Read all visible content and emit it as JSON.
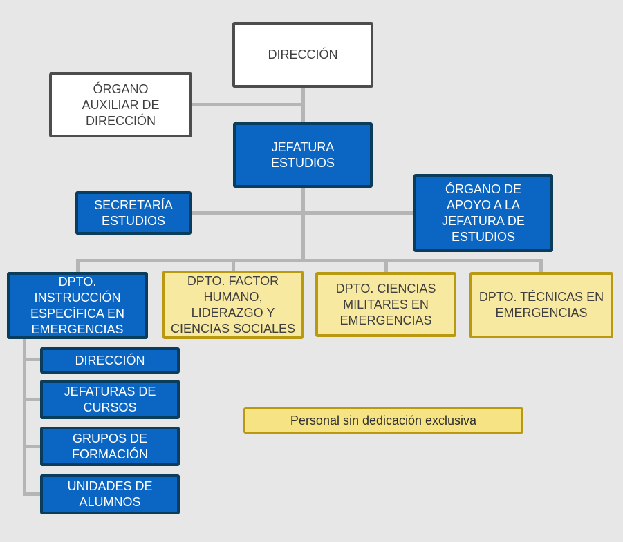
{
  "colors": {
    "background": "#e7e7e7",
    "direction_fill": "#ffffff",
    "direction_border": "#4d4d4d",
    "dedicated_fill": "#0b66c3",
    "dedicated_border": "#0a3d5c",
    "non_exclusive_fill": "#f8e9a1",
    "non_exclusive_border": "#b8990f",
    "connector": "#b5b5b5",
    "text_dark": "#3f3f3f",
    "text_light": "#ffffff"
  },
  "nodes": {
    "direccion_top": {
      "label": "DIRECCIÓN",
      "kind": "direction"
    },
    "organo_auxiliar": {
      "label": "ÓRGANO\nAUXILIAR DE\nDIRECCIÓN",
      "kind": "direction"
    },
    "jefatura_estudios": {
      "label": "JEFATURA\nESTUDIOS",
      "kind": "dedicated"
    },
    "secretaria_estudios": {
      "label": "SECRETARÍA\nESTUDIOS",
      "kind": "dedicated"
    },
    "organo_apoyo": {
      "label": "ÓRGANO DE\nAPOYO A LA\nJEFATURA DE\nESTUDIOS",
      "kind": "dedicated"
    },
    "dpto_instruccion": {
      "label": "DPTO.\nINSTRUCCIÓN\nESPECÍFICA EN\nEMERGENCIAS",
      "kind": "dedicated"
    },
    "dpto_factor_humano": {
      "label": "DPTO. FACTOR\nHUMANO,\nLIDERAZGO Y\nCIENCIAS SOCIALES",
      "kind": "non_exclusive"
    },
    "dpto_ciencias_militares": {
      "label": "DPTO. CIENCIAS\nMILITARES EN\nEMERGENCIAS",
      "kind": "non_exclusive"
    },
    "dpto_tecnicas": {
      "label": "DPTO. TÉCNICAS EN\nEMERGENCIAS",
      "kind": "non_exclusive"
    },
    "sub_direccion": {
      "label": "DIRECCIÓN",
      "kind": "dedicated"
    },
    "jefaturas_cursos": {
      "label": "JEFATURAS DE\nCURSOS",
      "kind": "dedicated"
    },
    "grupos_formacion": {
      "label": "GRUPOS DE\nFORMACIÓN",
      "kind": "dedicated"
    },
    "unidades_alumnos": {
      "label": "UNIDADES DE\nALUMNOS",
      "kind": "dedicated"
    }
  },
  "legend": {
    "label": "Personal sin dedicación exclusiva"
  }
}
